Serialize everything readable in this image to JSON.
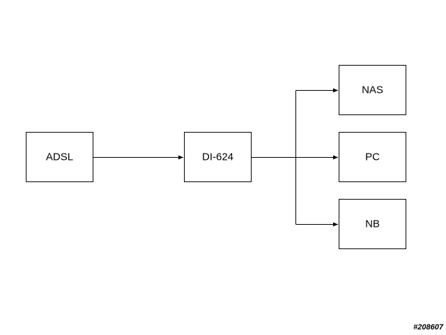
{
  "diagram": {
    "nodes": {
      "adsl": "ADSL",
      "router": "DI-624",
      "nas": "NAS",
      "pc": "PC",
      "nb": "NB"
    }
  },
  "watermark": "#208607",
  "colors": {
    "stroke": "#000000",
    "background": "#ffffff"
  }
}
